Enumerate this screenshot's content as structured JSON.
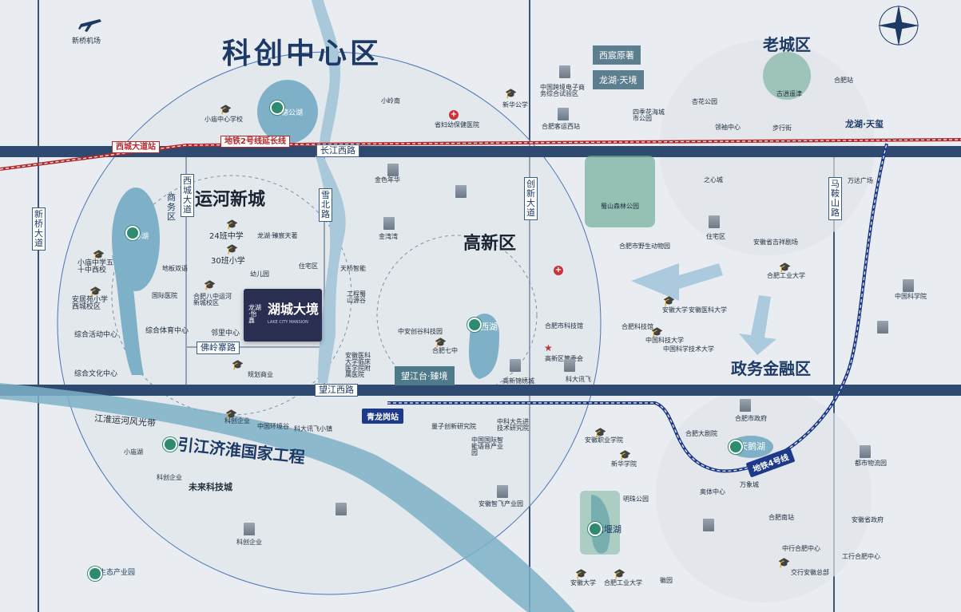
{
  "map": {
    "districts": {
      "kechuang": "科创中心区",
      "yunhe": "运河新城",
      "gaoxin": "高新区",
      "laocheng": "老城区",
      "zhengwu": "政务金融区"
    },
    "project": {
      "brand": "龙湖·怡鑫",
      "name": "湖城大境",
      "sub": "LAKE CITY MANSION"
    },
    "roads": {
      "changjiang": "长江西路",
      "wangjiang": "望江西路",
      "fuling": "佛岭寨路",
      "xicheng": "西城大道",
      "shangwu": "商务区",
      "xuebei": "雪北路",
      "chuangxin": "创新大道",
      "xinqiao": "新桥大道",
      "maanshan": "马鞍山路"
    },
    "metro": {
      "line2": "地铁2号线延长线",
      "line4": "地铁4号线",
      "xicheng_station": "西城大道站",
      "qinglong_station": "青龙岗站"
    },
    "water": {
      "canal": "引江济淮国家工程",
      "belt": "江淮运河风光带",
      "degong": "德公湖",
      "xinhu": "心湖",
      "quxi": "勤西湖",
      "tiane": "天鹅湖",
      "baiyan": "柏堰湖"
    },
    "tags": {
      "xichen": "西宸原著",
      "tianjing": "龙湖·天境",
      "tianxi": "龙湖·天玺",
      "wangjiangtai": "望江台·臻境"
    },
    "pois": [
      "新桥机场",
      "小庙中心学校",
      "小岭南",
      "省妇幼保健医院",
      "新华公学",
      "中国跨境电子商务综合试验区",
      "合肥客运西站",
      "杏花公园",
      "领袖中心",
      "步行街",
      "合肥站",
      "古逍遥津",
      "四季花海城市公园",
      "之心城",
      "万达广场",
      "住宅区",
      "金色年华",
      "金湾湾",
      "蜀山森林公园",
      "合肥市野生动物园",
      "安徽省吉祥剧场",
      "合肥工业大学",
      "中国科技大学",
      "安徽医科大学",
      "安徽大学",
      "合肥科技馆",
      "中国科学技术大学",
      "中国科学院",
      "24班中学",
      "30班小学",
      "龙湖·臻宸天著",
      "住宅区",
      "幼儿园",
      "邻里中心",
      "合肥八中运河新城校区",
      "规划商业",
      "地板双语",
      "国际医院",
      "综合体育中心",
      "综合活动中心",
      "综合文化中心",
      "小庙中学五十中西校",
      "安居苑小学西城校区",
      "天桥智能",
      "工程蜀山源谷",
      "安徽医科大学临床医学院附属医院",
      "中安创谷科技园",
      "合肥七中",
      "高新锦绣城",
      "合肥市科技馆",
      "高新区管委会",
      "科大讯飞",
      "科创企业",
      "中国环境谷",
      "科大讯飞小镇",
      "量子创新研究院",
      "中科大先进技术研究院",
      "中国国际智能语音产业园",
      "小庙湖",
      "科创企业",
      "未来科技城",
      "安徽职业学院",
      "新华学院",
      "安徽智飞产业园",
      "合肥市政府",
      "合肥大剧院",
      "万象城",
      "奥体中心",
      "明珠公园",
      "安徽大学",
      "合肥工业大学",
      "徽园",
      "合肥南站",
      "安徽省政府",
      "中行合肥中心",
      "交行安徽总部",
      "工行合肥中心",
      "都市物流园",
      "生态产业园",
      "科创企业"
    ]
  }
}
